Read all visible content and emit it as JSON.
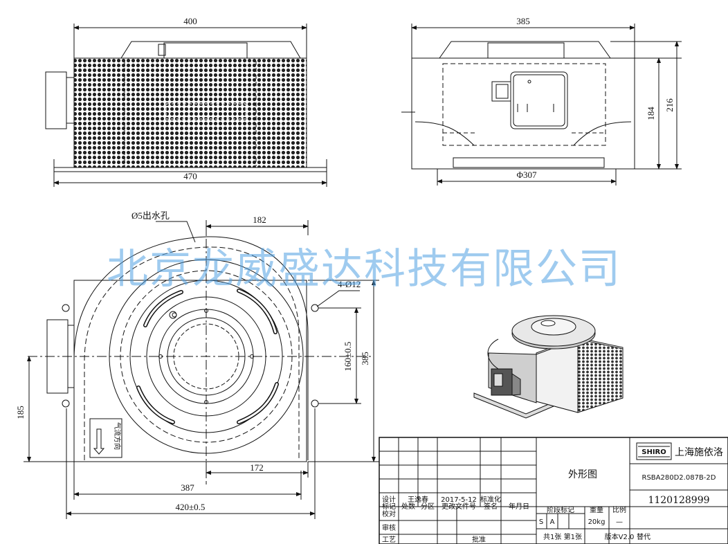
{
  "dimensions": {
    "front_top_width": "400",
    "front_base_width": "470",
    "side_top_width": "385",
    "side_height_inner": "184",
    "side_height_total": "216",
    "side_diameter": "Φ307",
    "plan_offset_182": "182",
    "plan_hole_note": "Ø5出水孔",
    "plan_mount_holes": "4-Ø12",
    "plan_hole_spacing": "160±0.5",
    "plan_depth": "385",
    "plan_left_185": "185",
    "plan_172": "172",
    "plan_387": "387",
    "plan_420": "420±0.5"
  },
  "airflow_label": "气流方向",
  "watermark": "北京龙威盛达科技有限公司",
  "title_block": {
    "logo": "SHIRO",
    "company": "上海施依洛",
    "drawing_title": "外形图",
    "model": "RSBA280D2.087B-2D",
    "drawing_number": "1120128999",
    "headers": [
      "标记",
      "处数",
      "分区",
      "更改文件号",
      "签名",
      "年月日"
    ],
    "design_label": "设计",
    "designer": "王逸春",
    "design_date": "2017-5-12",
    "standardization": "标准化",
    "check_label": "校对",
    "review_label": "审核",
    "process_label": "工艺",
    "approve_label": "批准",
    "stage_label": "阶段标记",
    "weight_label": "重量",
    "scale_label": "比例",
    "stage_s": "S",
    "stage_a": "A",
    "weight": "20kg",
    "scale": "—",
    "sheets": "共1张 第1张",
    "version": "版本V2.0",
    "replace_label": "替代"
  }
}
